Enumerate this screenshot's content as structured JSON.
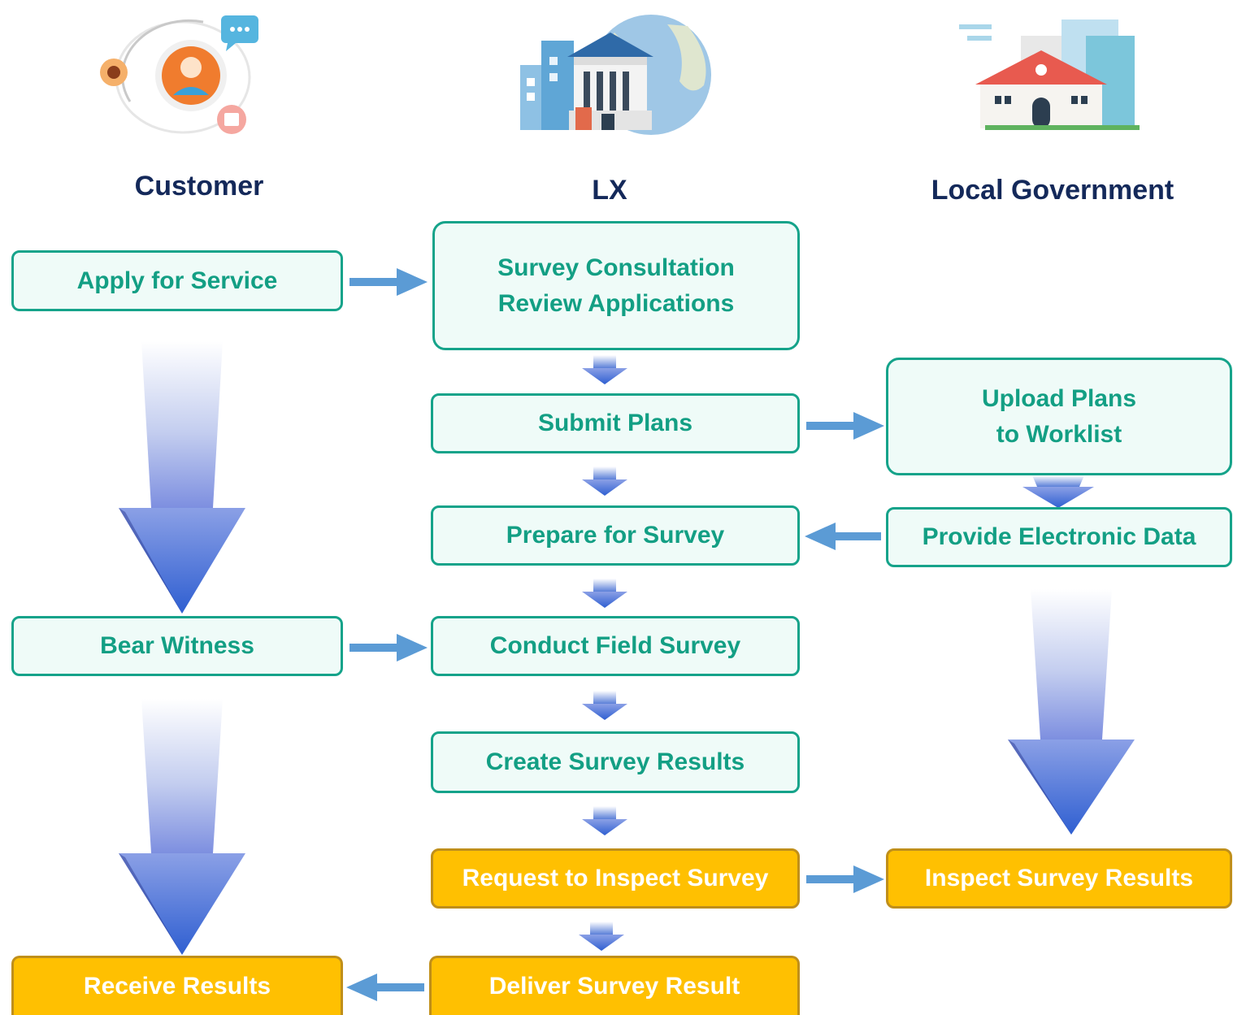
{
  "lanes": {
    "customer": "Customer",
    "lx": "LX",
    "government": "Local Government"
  },
  "steps": {
    "apply": "Apply for Service",
    "consult": "Survey Consultation\nReview Applications",
    "submit_plans": "Submit Plans",
    "upload_plans": "Upload Plans\nto Worklist",
    "prepare": "Prepare for Survey",
    "provide_data": "Provide Electronic Data",
    "bear_witness": "Bear Witness",
    "field_survey": "Conduct Field Survey",
    "create_results": "Create Survey Results",
    "request_inspect": "Request to Inspect Survey",
    "inspect": "Inspect Survey Results",
    "receive": "Receive Results",
    "deliver": "Deliver Survey Result"
  },
  "colors": {
    "title": "#14295a",
    "green_border": "#15a38a",
    "green_fill": "#effbf8",
    "yellow_fill": "#ffc001",
    "arrow": "#5b9bd5",
    "big_arrow": "#2f5fd1"
  },
  "icons": [
    "customer-network-icon",
    "lx-building-globe-icon",
    "government-building-icon"
  ]
}
